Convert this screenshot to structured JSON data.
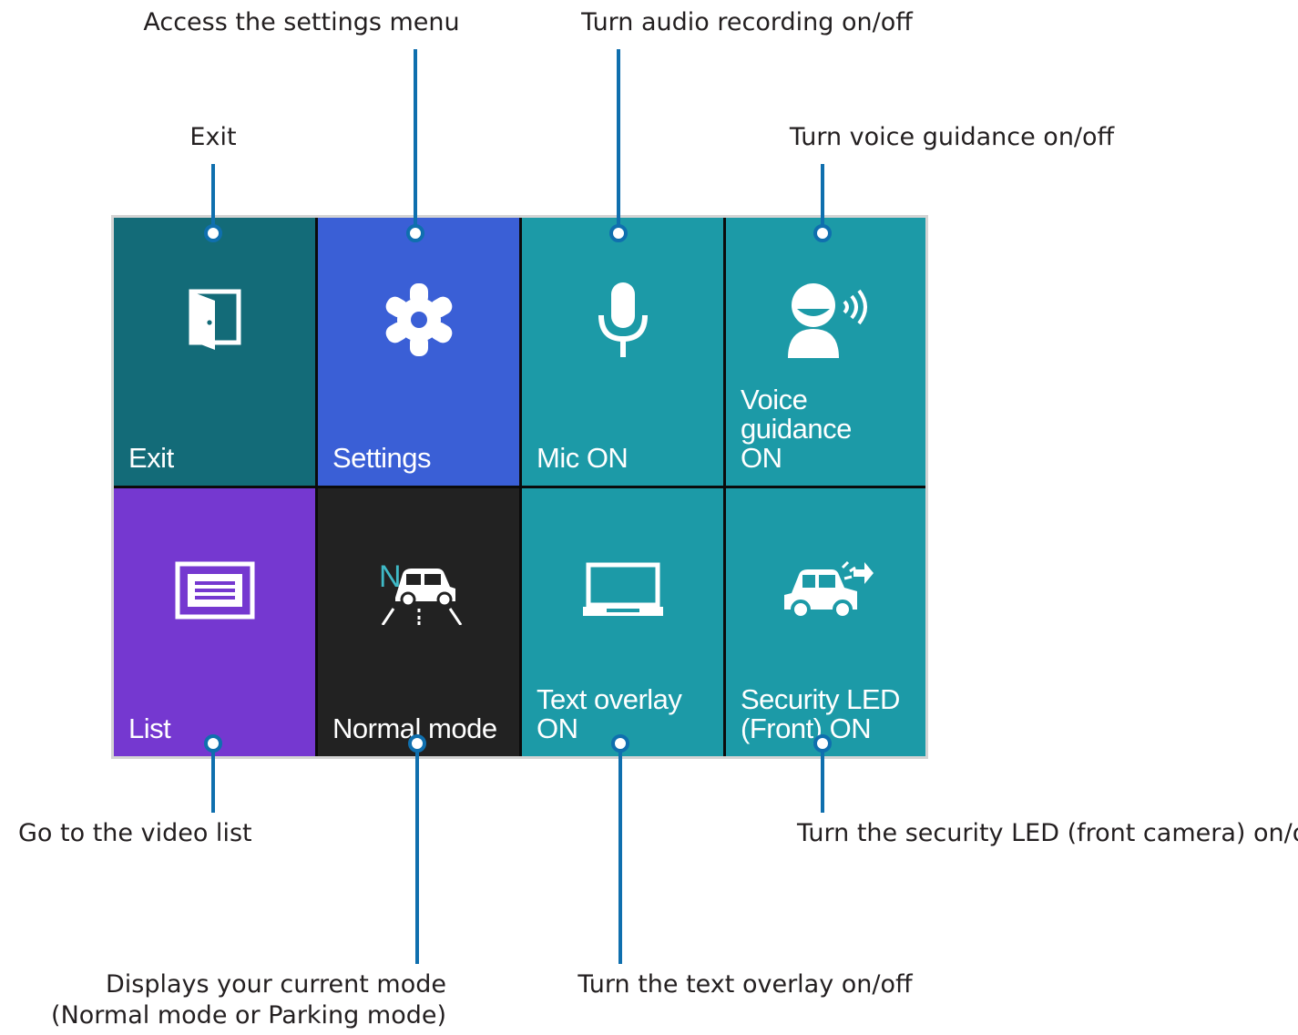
{
  "callouts": {
    "settings": "Access the settings menu",
    "mic": "Turn audio recording on/off",
    "exit": "Exit",
    "voice": "Turn voice guidance on/off",
    "list": "Go to the video list",
    "security": "Turn the security LED (front camera) on/off",
    "mode_line1": "Displays your current mode",
    "mode_line2": "(Normal mode or Parking mode)",
    "overlay": "Turn the text overlay on/off"
  },
  "tiles": [
    {
      "label": "Exit",
      "icon": "door-exit-icon",
      "color": "#136b78"
    },
    {
      "label": "Settings",
      "icon": "gear-icon",
      "color": "#3a5fd6"
    },
    {
      "label": "Mic ON",
      "icon": "microphone-icon",
      "color": "#1c9aa7"
    },
    {
      "label_line1": "Voice guidance",
      "label_line2": "ON",
      "icon": "voice-speaker-icon",
      "color": "#1c9aa7"
    },
    {
      "label": "List",
      "icon": "list-icon",
      "color": "#7538d0"
    },
    {
      "label": "Normal mode",
      "icon": "normal-mode-car-icon",
      "color": "#222222"
    },
    {
      "label_line1": "Text overlay",
      "label_line2": "ON",
      "icon": "monitor-icon",
      "color": "#1c9aa7"
    },
    {
      "label_line1": "Security LED",
      "label_line2": "(Front) ON",
      "icon": "car-led-icon",
      "color": "#1c9aa7"
    }
  ],
  "colors": {
    "leader": "#0f6fae",
    "screen_border": "#d4d4d4"
  }
}
